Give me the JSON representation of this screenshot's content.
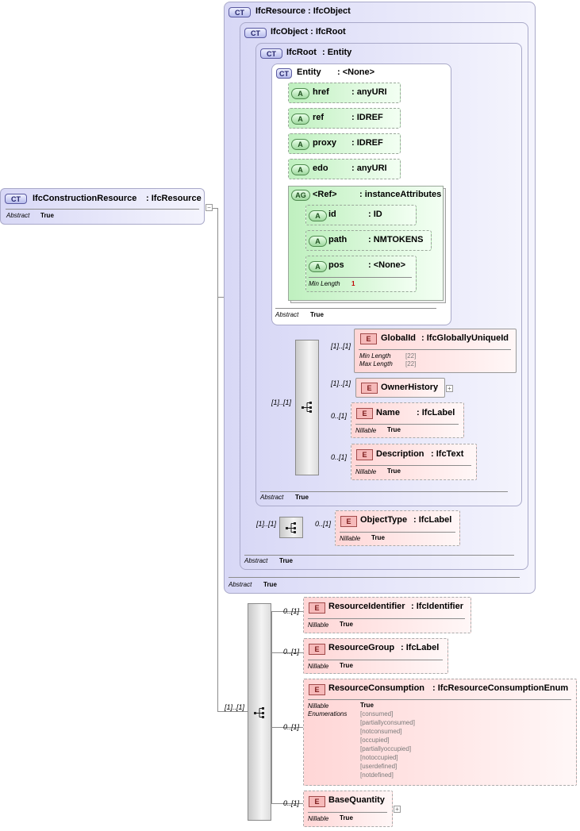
{
  "root": {
    "badge": "CT",
    "name": "IfcConstructionResource",
    "type": ": IfcResource",
    "abstract_label": "Abstract",
    "abstract_value": "True"
  },
  "ifcResource": {
    "badge": "CT",
    "name": "IfcResource : IfcObject",
    "abstract_label": "Abstract",
    "abstract_value": "True"
  },
  "ifcObject": {
    "badge": "CT",
    "name": "IfcObject : IfcRoot",
    "abstract_label": "Abstract",
    "abstract_value": "True"
  },
  "ifcRoot": {
    "badge": "CT",
    "name": "IfcRoot",
    "type": ": Entity",
    "abstract_label": "Abstract",
    "abstract_value": "True"
  },
  "entity": {
    "badge": "CT",
    "name": "Entity",
    "type": ": <None>",
    "abstract_label": "Abstract",
    "abstract_value": "True"
  },
  "attributes": [
    {
      "badge": "A",
      "name": "href",
      "type": ": anyURI"
    },
    {
      "badge": "A",
      "name": "ref",
      "type": ": IDREF"
    },
    {
      "badge": "A",
      "name": "proxy",
      "type": ": IDREF"
    },
    {
      "badge": "A",
      "name": "edo",
      "type": ": anyURI"
    }
  ],
  "attrGroup": {
    "badge": "AG",
    "name": "<Ref>",
    "type": ": instanceAttributes",
    "items": [
      {
        "badge": "A",
        "name": "id",
        "type": ": ID"
      },
      {
        "badge": "A",
        "name": "path",
        "type": ": NMTOKENS"
      },
      {
        "badge": "A",
        "name": "pos",
        "type": ": <None>",
        "facet_label": "Min Length",
        "facet_value": "1"
      }
    ]
  },
  "rootElements": [
    {
      "badge": "E",
      "name": "GlobalId",
      "type": ": IfcGloballyUniqueId",
      "card": "[1]..[1]",
      "minlen_label": "Min Length",
      "minlen_value": "[22]",
      "maxlen_label": "Max Length",
      "maxlen_value": "[22]"
    },
    {
      "badge": "E",
      "name": "OwnerHistory",
      "card": "[1]..[1]"
    },
    {
      "badge": "E",
      "name": "Name",
      "type": ": IfcLabel",
      "card": "0..[1]",
      "nillable_label": "Nillable",
      "nillable_value": "True"
    },
    {
      "badge": "E",
      "name": "Description",
      "type": ": IfcText",
      "card": "0..[1]",
      "nillable_label": "Nillable",
      "nillable_value": "True"
    }
  ],
  "rootSeqCard": "[1]..[1]",
  "objectType": {
    "badge": "E",
    "name": "ObjectType",
    "type": ": IfcLabel",
    "card": "0..[1]",
    "seq_card": "[1]..[1]",
    "nillable_label": "Nillable",
    "nillable_value": "True"
  },
  "resourceSeqCard": "[1]..[1]",
  "resourceElements": [
    {
      "badge": "E",
      "name": "ResourceIdentifier",
      "type": ": IfcIdentifier",
      "card": "0..[1]",
      "nillable_label": "Nillable",
      "nillable_value": "True"
    },
    {
      "badge": "E",
      "name": "ResourceGroup",
      "type": ": IfcLabel",
      "card": "0..[1]",
      "nillable_label": "Nillable",
      "nillable_value": "True"
    },
    {
      "badge": "E",
      "name": "ResourceConsumption",
      "type": ": IfcResourceConsumptionEnum",
      "card": "0..[1]",
      "nillable_label": "Nillable",
      "nillable_value": "True",
      "enum_label": "Enumerations",
      "enums": [
        "[consumed]",
        "[partiallyconsumed]",
        "[notconsumed]",
        "[occupied]",
        "[partiallyoccupied]",
        "[notoccupied]",
        "[userdefined]",
        "[notdefined]"
      ]
    },
    {
      "badge": "E",
      "name": "BaseQuantity",
      "card": "0..[1]",
      "nillable_label": "Nillable",
      "nillable_value": "True"
    }
  ],
  "colors": {
    "ct_bg": "#d8d8f6",
    "attr_bg": "#bff0bf",
    "elem_bg": "#ffd6d6",
    "line": "#8c8c8c"
  }
}
